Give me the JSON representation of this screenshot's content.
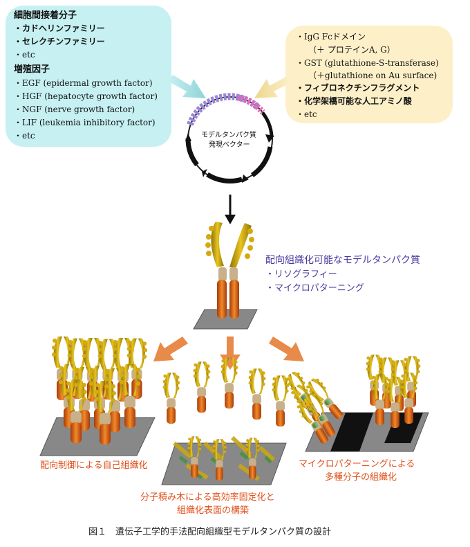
{
  "left_box": {
    "heading1": "細胞間接着分子",
    "items1": [
      "・カドヘリンファミリー",
      "・セレクチンファミリー",
      "・etc"
    ],
    "heading2": "増殖因子",
    "items2": [
      "・EGF (epidermal growth factor)",
      "・HGF (hepatocyte growth factor)",
      "・NGF (nerve growth factor)",
      "・LIF (leukemia inhibitory factor)",
      "・etc"
    ]
  },
  "right_box": {
    "items": [
      "・IgG Fcドメイン",
      "（＋ プロテインA, G）",
      "・GST (glutathione-S-transferase)",
      "（＋glutathione on Au surface)",
      "・フィブロネクチンフラグメント",
      "・化学架橋可能な人工アミノ酸",
      "・etc"
    ]
  },
  "vector": {
    "line1": "モデルタンパク質",
    "line2": "発現ベクター"
  },
  "protein": {
    "title": "配向組織化可能なモデルタンパク質",
    "methods": [
      "・リソグラフィー",
      "・マイクロパターニング"
    ]
  },
  "outcomes": {
    "left": "配向制御による自己組織化",
    "center_line1": "分子積み木による高効率固定化と",
    "center_line2": "組織化表面の構築",
    "right_line1": "マイクロパターニングによる",
    "right_line2": "多種分子の組織化"
  },
  "caption": "図１　遺伝子工学的手法配向組織型モデルタンパク質の設計",
  "colors": {
    "left_box": "#c6f0f2",
    "right_box": "#fdf0c8",
    "title_blue": "#4a3aa0",
    "label_orange": "#e0501a",
    "arrow_orange": "#e88a4a",
    "protein_yellow": "#d9b419",
    "protein_orange": "#e86a1e"
  }
}
